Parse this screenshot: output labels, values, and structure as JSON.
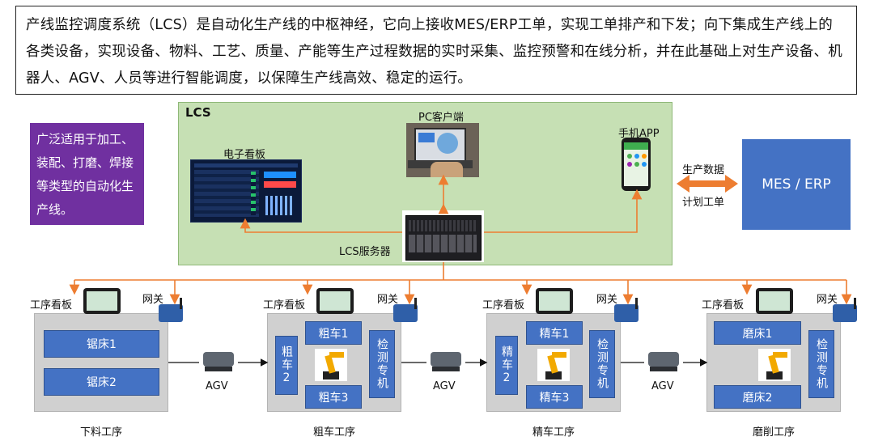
{
  "intro_text": "产线监控调度系统（LCS）是自动化生产线的中枢神经，它向上接收MES/ERP工单，实现工单排产和下发；向下集成生产线上的各类设备，实现设备、物料、工艺、质量、产能等生产过程数据的实时采集、监控预警和在线分析，并在此基础上对生产设备、机器人、AGV、人员等进行智能调度，以保障生产线高效、稳定的运行。",
  "lcs": {
    "title": "LCS",
    "pc_client": "PC客户端",
    "mobile_app": "手机APP",
    "dashboard": "电子看板",
    "server": "LCS服务器"
  },
  "side_note": "广泛适用于加工、装配、打磨、焊接等类型的自动化生产线。",
  "mes_erp": "MES / ERP",
  "link_top": "生产数据",
  "link_bottom": "计划工单",
  "agv_label": "AGV",
  "stations": [
    {
      "board": "工序看板",
      "gateway": "网关",
      "caption": "下料工序",
      "items": [
        "锯床1",
        "锯床2"
      ]
    },
    {
      "board": "工序看板",
      "gateway": "网关",
      "caption": "粗车工序",
      "items": [
        "粗车1",
        "粗车3",
        "粗车2",
        "检测专机"
      ]
    },
    {
      "board": "工序看板",
      "gateway": "网关",
      "caption": "精车工序",
      "items": [
        "精车1",
        "精车3",
        "精车2",
        "检测专机"
      ]
    },
    {
      "board": "工序看板",
      "gateway": "网关",
      "caption": "磨削工序",
      "items": [
        "磨床1",
        "磨床2",
        "检测专机"
      ]
    }
  ],
  "colors": {
    "orange": "#ed7d31",
    "blue": "#4472c4",
    "purple": "#7030a0",
    "green": "#c6e0b4",
    "gray": "#d0d0d0"
  }
}
